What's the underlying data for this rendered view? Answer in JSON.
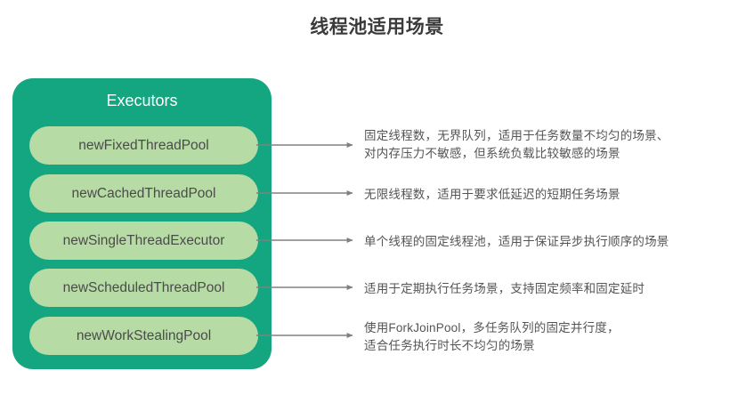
{
  "title": "线程池适用场景",
  "diagram": {
    "container": {
      "header": "Executors",
      "fill_color": "#14a680",
      "pill_color": "#b7dba5"
    },
    "arrow_color": "#808080",
    "items": [
      {
        "name": "newFixedThreadPool",
        "description_lines": [
          "固定线程数，无界队列，适用于任务数量不均匀的场景、",
          "对内存压力不敏感，但系统负载比较敏感的场景"
        ]
      },
      {
        "name": "newCachedThreadPool",
        "description_lines": [
          "无限线程数，适用于要求低延迟的短期任务场景"
        ]
      },
      {
        "name": "newSingleThreadExecutor",
        "description_lines": [
          "单个线程的固定线程池，适用于保证异步执行顺序的场景"
        ]
      },
      {
        "name": "newScheduledThreadPool",
        "description_lines": [
          "适用于定期执行任务场景，支持固定频率和固定延时"
        ]
      },
      {
        "name": "newWorkStealingPool",
        "description_lines": [
          "使用ForkJoinPool，多任务队列的固定并行度，",
          "适合任务执行时长不均匀的场景"
        ]
      }
    ]
  }
}
